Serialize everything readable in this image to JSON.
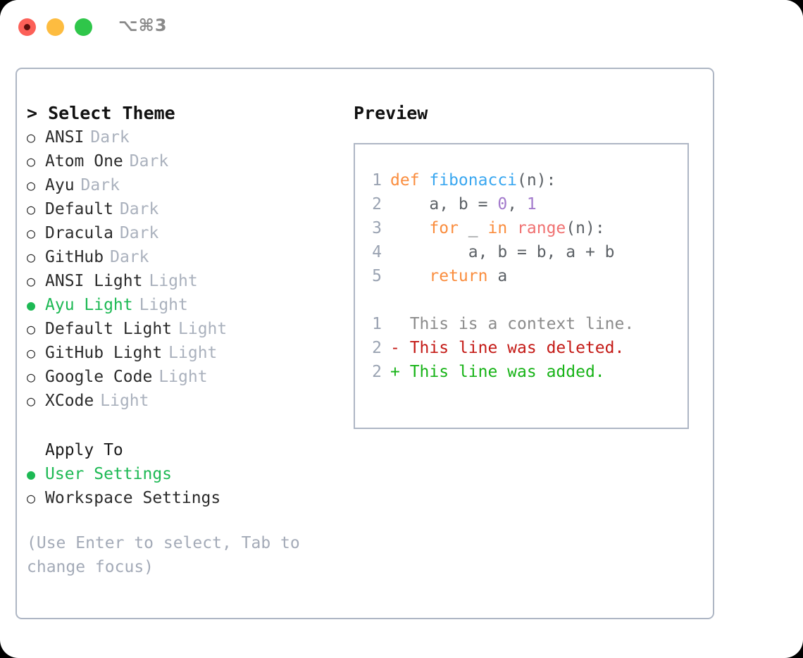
{
  "window": {
    "shortcut": "⌥⌘3",
    "traffic_lights": [
      {
        "name": "close",
        "color": "#fc6058"
      },
      {
        "name": "minimize",
        "color": "#fdbc40"
      },
      {
        "name": "zoom",
        "color": "#2fc64a"
      }
    ]
  },
  "theme_picker": {
    "header": "> Select Theme",
    "items": [
      {
        "label": "ANSI",
        "kind": "Dark",
        "selected": false
      },
      {
        "label": "Atom One",
        "kind": "Dark",
        "selected": false
      },
      {
        "label": "Ayu",
        "kind": "Dark",
        "selected": false
      },
      {
        "label": "Default",
        "kind": "Dark",
        "selected": false
      },
      {
        "label": "Dracula",
        "kind": "Dark",
        "selected": false
      },
      {
        "label": "GitHub",
        "kind": "Dark",
        "selected": false
      },
      {
        "label": "ANSI Light",
        "kind": "Light",
        "selected": false
      },
      {
        "label": "Ayu Light",
        "kind": "Light",
        "selected": true
      },
      {
        "label": "Default Light",
        "kind": "Light",
        "selected": false
      },
      {
        "label": "GitHub Light",
        "kind": "Light",
        "selected": false
      },
      {
        "label": "Google Code",
        "kind": "Light",
        "selected": false
      },
      {
        "label": "XCode",
        "kind": "Light",
        "selected": false
      }
    ]
  },
  "apply_to": {
    "label": "Apply To",
    "items": [
      {
        "label": "User Settings",
        "selected": true
      },
      {
        "label": "Workspace Settings",
        "selected": false
      }
    ]
  },
  "hint": "(Use Enter to select, Tab to change focus)",
  "preview": {
    "title": "Preview",
    "code_lines": [
      {
        "number": "1",
        "tokens": [
          {
            "text": "def ",
            "style": "kw"
          },
          {
            "text": "fibonacci",
            "style": "fn"
          },
          {
            "text": "(n):",
            "style": "pl"
          }
        ]
      },
      {
        "number": "2",
        "tokens": [
          {
            "text": "    a, b = ",
            "style": "pl"
          },
          {
            "text": "0",
            "style": "num"
          },
          {
            "text": ", ",
            "style": "pl"
          },
          {
            "text": "1",
            "style": "num"
          }
        ]
      },
      {
        "number": "3",
        "tokens": [
          {
            "text": "    ",
            "style": "pl"
          },
          {
            "text": "for",
            "style": "kw"
          },
          {
            "text": " _ ",
            "style": "pl"
          },
          {
            "text": "in",
            "style": "kw"
          },
          {
            "text": " ",
            "style": "pl"
          },
          {
            "text": "range",
            "style": "bif"
          },
          {
            "text": "(n):",
            "style": "pl"
          }
        ]
      },
      {
        "number": "4",
        "tokens": [
          {
            "text": "        a, b = b, a + b",
            "style": "pl"
          }
        ]
      },
      {
        "number": "5",
        "tokens": [
          {
            "text": "    ",
            "style": "pl"
          },
          {
            "text": "return",
            "style": "kw"
          },
          {
            "text": " a",
            "style": "pl"
          }
        ]
      }
    ],
    "diff_lines": [
      {
        "number": "1",
        "marker": "  ",
        "text": "This is a context line.",
        "style": "ctx"
      },
      {
        "number": "2",
        "marker": "- ",
        "text": "This line was deleted.",
        "style": "del"
      },
      {
        "number": "2",
        "marker": "+ ",
        "text": "This line was added.",
        "style": "add"
      }
    ]
  },
  "colors": {
    "accent_green": "#1db954",
    "muted": "#aab1bd",
    "border": "#aeb6c4",
    "keyword": "#fa8d3e",
    "function": "#3aa7f0",
    "number": "#a37acc",
    "builtin": "#f07171",
    "plain": "#5c6166",
    "diff_context": "#8b8b8b",
    "diff_deleted": "#c41a16",
    "diff_added": "#17b317"
  }
}
